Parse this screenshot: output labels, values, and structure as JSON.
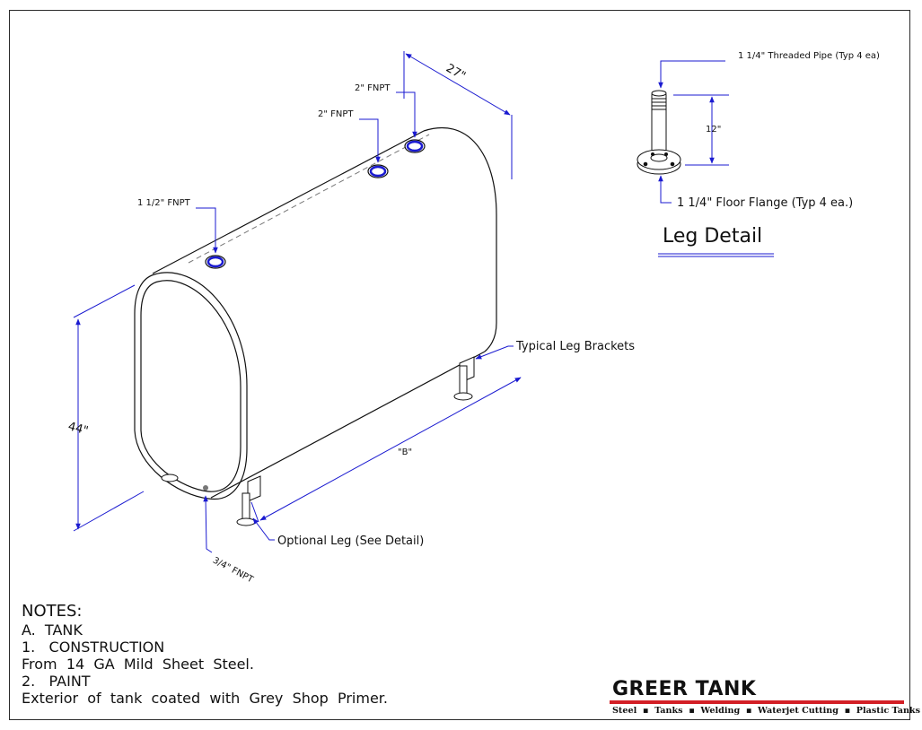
{
  "labels": {
    "fnpt_1_5": "1 1/2\"  FNPT",
    "fnpt_2_a": "2\"  FNPT",
    "fnpt_2_b": "2\"  FNPT",
    "dim_27": "27\"",
    "dim_44": "44\"",
    "dim_b": "\"B\"",
    "fnpt_3_4": "3/4\"  FNPT",
    "optional_leg": "Optional Leg (See Detail)",
    "typical_leg_brackets": "Typical Leg Brackets"
  },
  "leg_detail": {
    "title": "Leg Detail",
    "pipe_label": "1 1/4\" Threaded Pipe (Typ 4 ea)",
    "height_label": "12\"",
    "flange_label": "1 1/4\"  Floor Flange  (Typ 4 ea.)"
  },
  "notes": {
    "header": "NOTES:",
    "line1": "A.  TANK",
    "line2": "1.   CONSTRUCTION",
    "line3": "From  14  GA  Mild  Sheet  Steel.",
    "line4": "2.   PAINT",
    "line5": "Exterior  of  tank  coated  with  Grey  Shop  Primer."
  },
  "brand": {
    "name": "GREER TANK",
    "tagline": "Steel  ▪  Tanks  ▪  Welding  ▪  Waterjet Cutting  ▪  Plastic Tanks",
    "accent_color": "#d31f26"
  },
  "colors": {
    "dimension_line": "#1a1ad0",
    "outline": "#111111"
  }
}
